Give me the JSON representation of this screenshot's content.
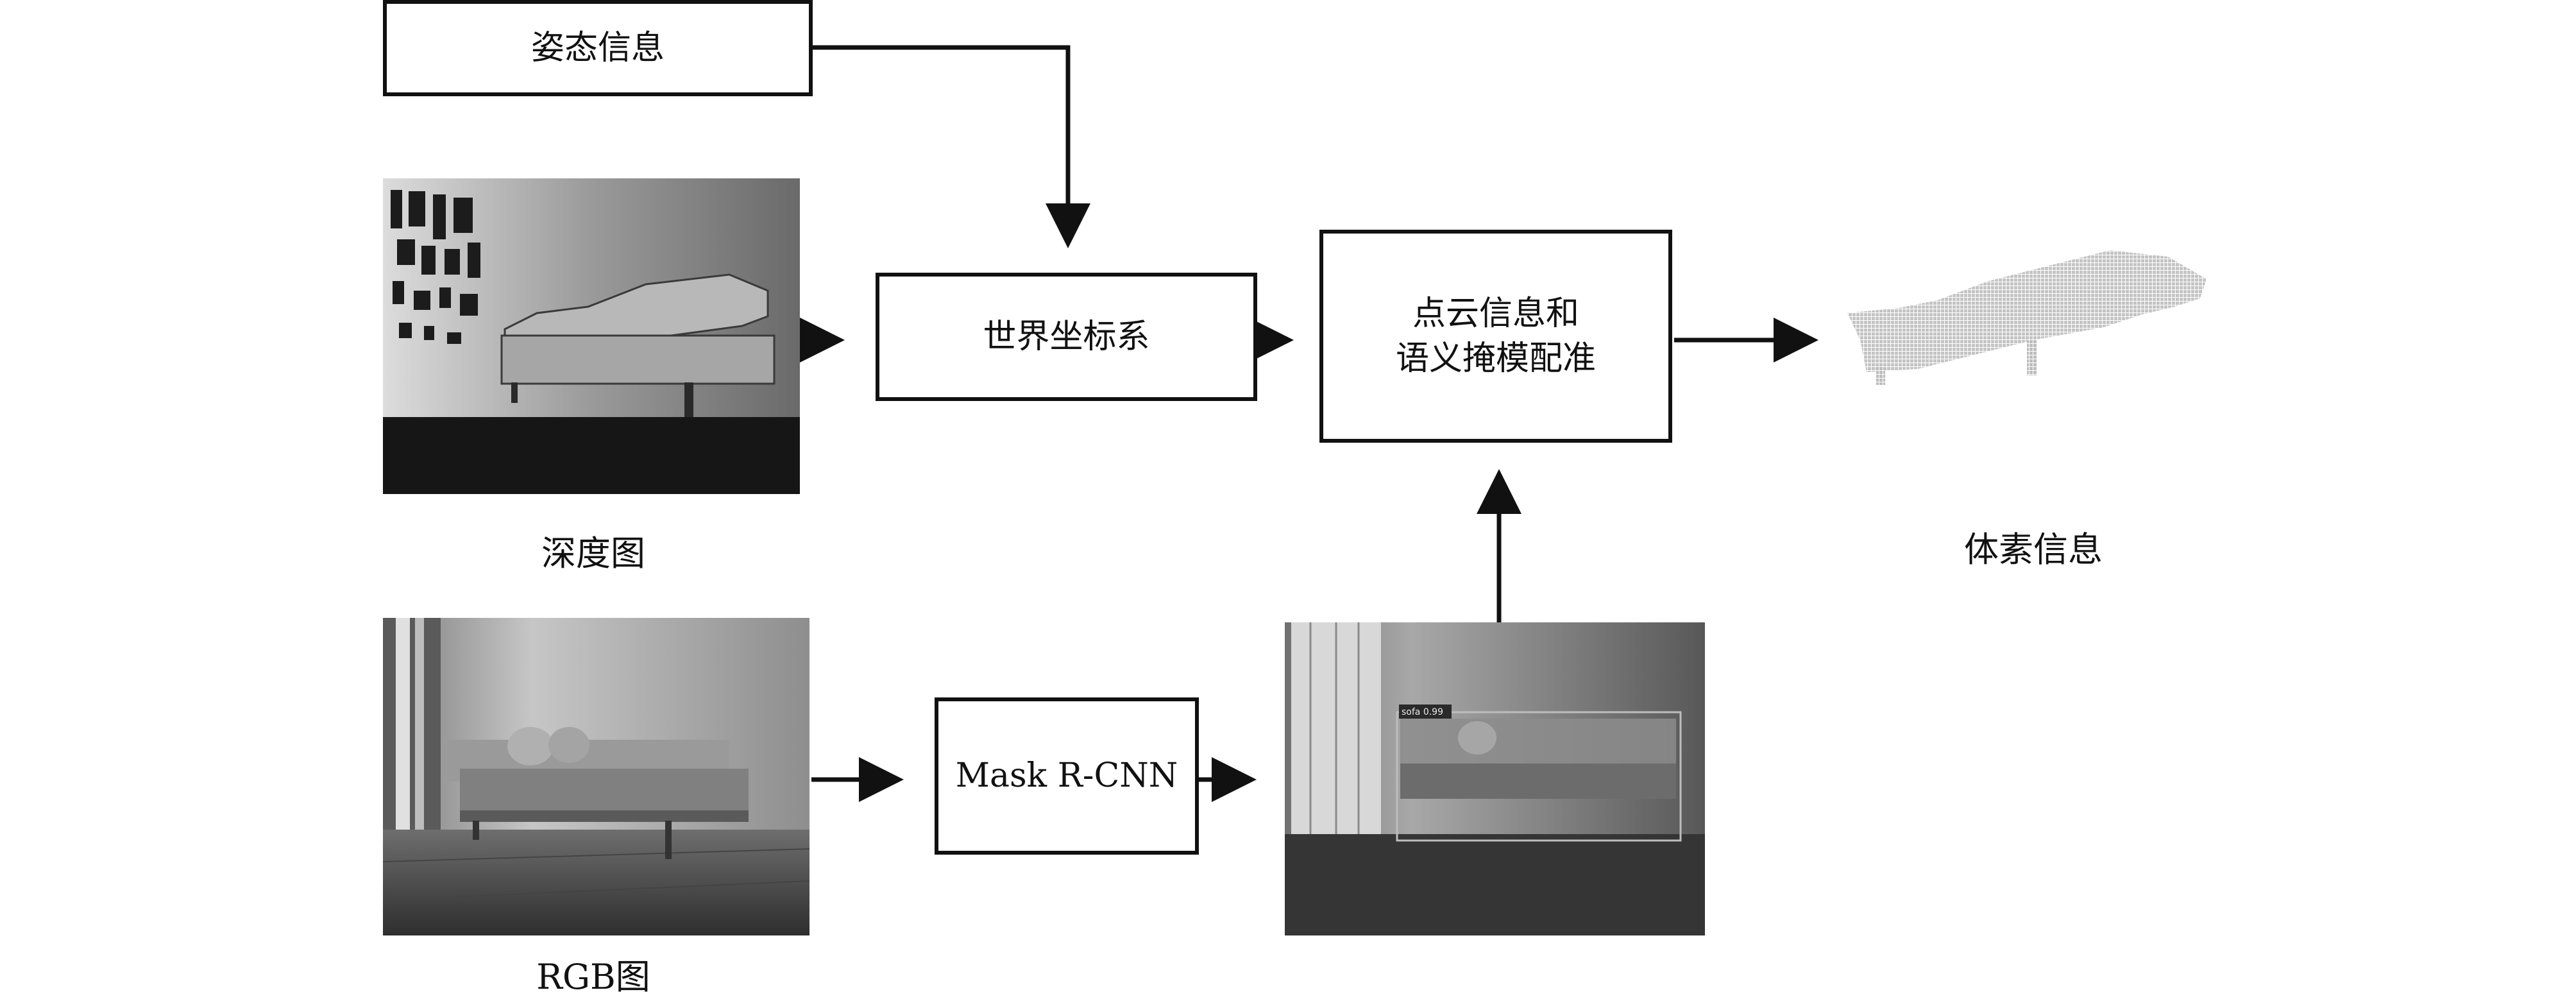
{
  "boxes": {
    "pose": "姿态信息",
    "world": "世界坐标系",
    "fusion": "点云信息和\n语义掩模配准",
    "maskrcnn": "Mask R-CNN"
  },
  "captions": {
    "depth": "深度图",
    "rgb": "RGB图",
    "voxel": "体素信息"
  },
  "mask_label": "sofa 0.99",
  "colors": {
    "stroke": "#111111",
    "depth_far": "#e6e6e6",
    "depth_floor": "#1a1a1a",
    "voxel": "#c8c8c8"
  }
}
